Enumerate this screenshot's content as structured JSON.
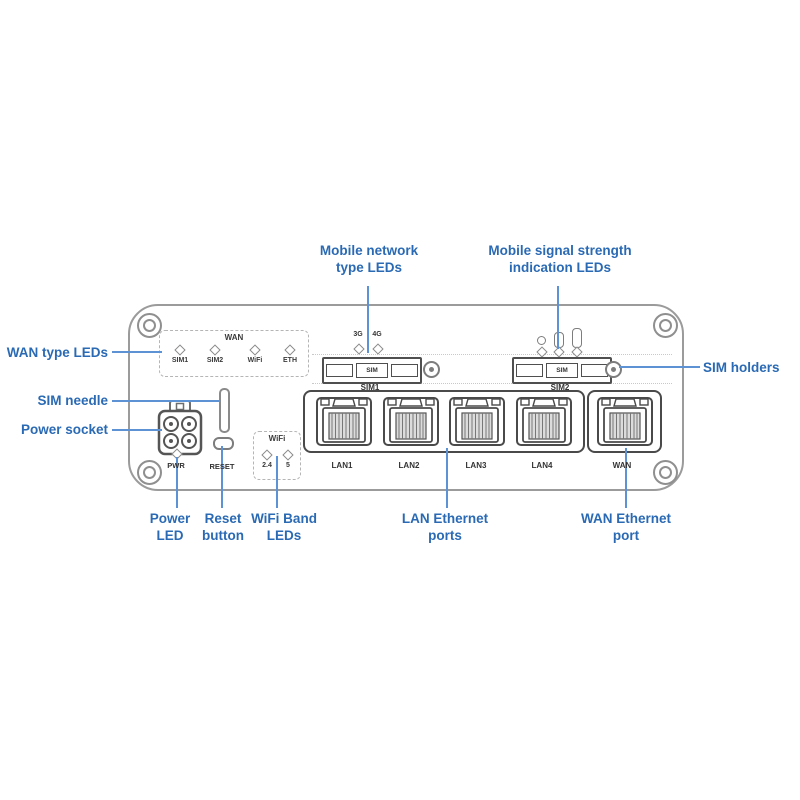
{
  "callouts": {
    "mobile_network": [
      "Mobile network",
      "type LEDs"
    ],
    "mobile_signal": [
      "Mobile signal strength",
      "indication LEDs"
    ],
    "wan_type": "WAN type LEDs",
    "sim_needle": "SIM needle",
    "power_socket": "Power socket",
    "sim_holders": "SIM holders",
    "power_led": [
      "Power",
      "LED"
    ],
    "reset_button": [
      "Reset",
      "button"
    ],
    "wifi_band": [
      "WiFi Band",
      "LEDs"
    ],
    "lan_ethernet": [
      "LAN Ethernet",
      "ports"
    ],
    "wan_ethernet": [
      "WAN Ethernet",
      "port"
    ]
  },
  "panel": {
    "wan_led_box": {
      "title": "WAN",
      "leds": [
        "SIM1",
        "SIM2",
        "WiFi",
        "ETH"
      ]
    },
    "mobile_type_leds": [
      "3G",
      "4G"
    ],
    "sim_trays": [
      {
        "slot": "SIM",
        "label": "SIM1"
      },
      {
        "slot": "SIM",
        "label": "SIM2"
      }
    ],
    "power_led_label": "PWR",
    "reset_label": "RESET",
    "wifi_box": {
      "title": "WiFi",
      "bands": [
        "2.4",
        "5"
      ]
    },
    "ethernet_labels": [
      "LAN1",
      "LAN2",
      "LAN3",
      "LAN4"
    ],
    "wan_label": "WAN"
  },
  "colors": {
    "callout_text": "#2a6ab4",
    "leader_line": "#5d92d4",
    "panel_outline": "#9b9b9b",
    "port_stroke": "#4a4a4a",
    "panel_text": "#333333",
    "led_stroke": "#8a8a8a"
  }
}
